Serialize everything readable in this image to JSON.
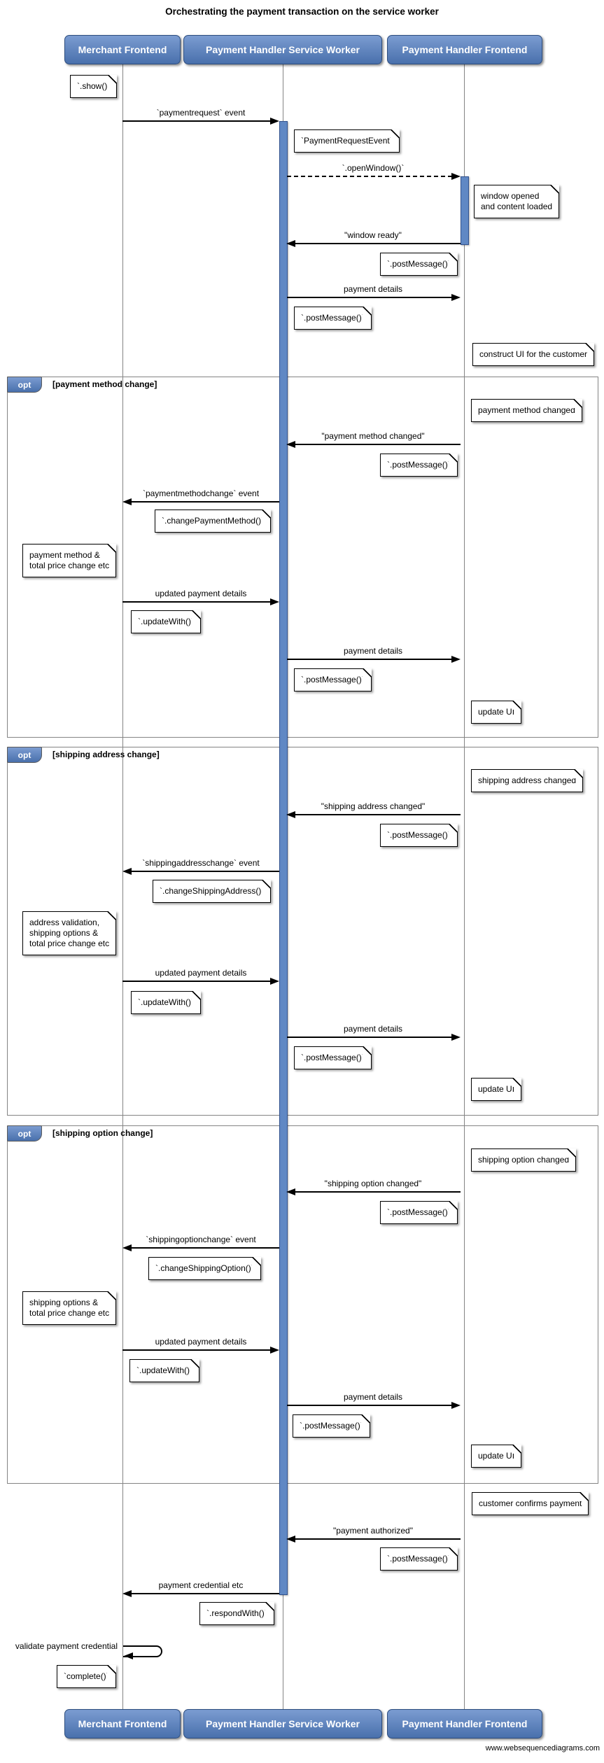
{
  "title": "Orchestrating the payment transaction on the service worker",
  "watermark": "www.websequencediagrams.com",
  "participants": [
    {
      "label": "Merchant Frontend"
    },
    {
      "label": "Payment Handler Service Worker"
    },
    {
      "label": "Payment Handler Frontend"
    }
  ],
  "fragments": [
    {
      "operator": "opt",
      "guard": "[payment method change]"
    },
    {
      "operator": "opt",
      "guard": "[shipping address change]"
    },
    {
      "operator": "opt",
      "guard": "[shipping option change]"
    }
  ],
  "messages": [
    {
      "label": "`paymentrequest` event",
      "from": "Merchant Frontend",
      "to": "Payment Handler Service Worker",
      "style": "solid"
    },
    {
      "label": "`.openWindow()`",
      "from": "Payment Handler Service Worker",
      "to": "Payment Handler Frontend",
      "style": "dashed"
    },
    {
      "label": "\"window ready\"",
      "from": "Payment Handler Frontend",
      "to": "Payment Handler Service Worker",
      "style": "solid"
    },
    {
      "label": "payment details",
      "from": "Payment Handler Service Worker",
      "to": "Payment Handler Frontend",
      "style": "solid"
    },
    {
      "label": "\"payment method changed\"",
      "from": "Payment Handler Frontend",
      "to": "Payment Handler Service Worker",
      "style": "solid"
    },
    {
      "label": "`paymentmethodchange` event",
      "from": "Payment Handler Service Worker",
      "to": "Merchant Frontend",
      "style": "solid"
    },
    {
      "label": "updated payment details",
      "from": "Merchant Frontend",
      "to": "Payment Handler Service Worker",
      "style": "solid"
    },
    {
      "label": "payment details",
      "from": "Payment Handler Service Worker",
      "to": "Payment Handler Frontend",
      "style": "solid"
    },
    {
      "label": "\"shipping address changed\"",
      "from": "Payment Handler Frontend",
      "to": "Payment Handler Service Worker",
      "style": "solid"
    },
    {
      "label": "`shippingaddresschange` event",
      "from": "Payment Handler Service Worker",
      "to": "Merchant Frontend",
      "style": "solid"
    },
    {
      "label": "updated payment details",
      "from": "Merchant Frontend",
      "to": "Payment Handler Service Worker",
      "style": "solid"
    },
    {
      "label": "payment details",
      "from": "Payment Handler Service Worker",
      "to": "Payment Handler Frontend",
      "style": "solid"
    },
    {
      "label": "\"shipping option changed\"",
      "from": "Payment Handler Frontend",
      "to": "Payment Handler Service Worker",
      "style": "solid"
    },
    {
      "label": "`shippingoptionchange` event",
      "from": "Payment Handler Service Worker",
      "to": "Merchant Frontend",
      "style": "solid"
    },
    {
      "label": "updated payment details",
      "from": "Merchant Frontend",
      "to": "Payment Handler Service Worker",
      "style": "solid"
    },
    {
      "label": "payment details",
      "from": "Payment Handler Service Worker",
      "to": "Payment Handler Frontend",
      "style": "solid"
    },
    {
      "label": "\"payment authorized\"",
      "from": "Payment Handler Frontend",
      "to": "Payment Handler Service Worker",
      "style": "solid"
    },
    {
      "label": "payment credential etc",
      "from": "Payment Handler Service Worker",
      "to": "Merchant Frontend",
      "style": "solid"
    },
    {
      "label": "validate payment credential",
      "from": "Merchant Frontend",
      "to": "Merchant Frontend",
      "style": "self"
    }
  ],
  "notes": [
    {
      "text": "`.show()`"
    },
    {
      "text": "`PaymentRequestEvent`"
    },
    {
      "text": "window opened\nand content loaded"
    },
    {
      "text": "`.postMessage()`"
    },
    {
      "text": "`.postMessage()`"
    },
    {
      "text": "construct UI for the customer"
    },
    {
      "text": "payment method changed"
    },
    {
      "text": "`.postMessage()`"
    },
    {
      "text": "`.changePaymentMethod()`"
    },
    {
      "text": "payment method &\ntotal price change etc"
    },
    {
      "text": "`.updateWith()`"
    },
    {
      "text": "`.postMessage()`"
    },
    {
      "text": "update UI"
    },
    {
      "text": "shipping address changed"
    },
    {
      "text": "`.postMessage()`"
    },
    {
      "text": "`.changeShippingAddress()`"
    },
    {
      "text": "address validation,\nshipping options &\ntotal price change etc"
    },
    {
      "text": "`.updateWith()`"
    },
    {
      "text": "`.postMessage()`"
    },
    {
      "text": "update UI"
    },
    {
      "text": "shipping option changed"
    },
    {
      "text": "`.postMessage()`"
    },
    {
      "text": "`.changeShippingOption()`"
    },
    {
      "text": "shipping options &\ntotal price change etc"
    },
    {
      "text": "`.updateWith()`"
    },
    {
      "text": "`.postMessage()`"
    },
    {
      "text": "update UI"
    },
    {
      "text": "customer confirms payment"
    },
    {
      "text": "`.postMessage()`"
    },
    {
      "text": "`.respondWith()`"
    },
    {
      "text": "`complete()`"
    }
  ],
  "colors": {
    "participant_fill_top": "#7b9cd1",
    "participant_fill_bottom": "#4970ac",
    "participant_border": "#2d4d7e",
    "participant_text": "#ffffff",
    "activation_fill": "#6088c4",
    "activation_border": "#33538f",
    "lifeline": "#848484",
    "fragment_border": "#848484",
    "arrow": "#000000",
    "note_bg": "#ffffff",
    "note_border": "#000000",
    "background": "#ffffff"
  }
}
